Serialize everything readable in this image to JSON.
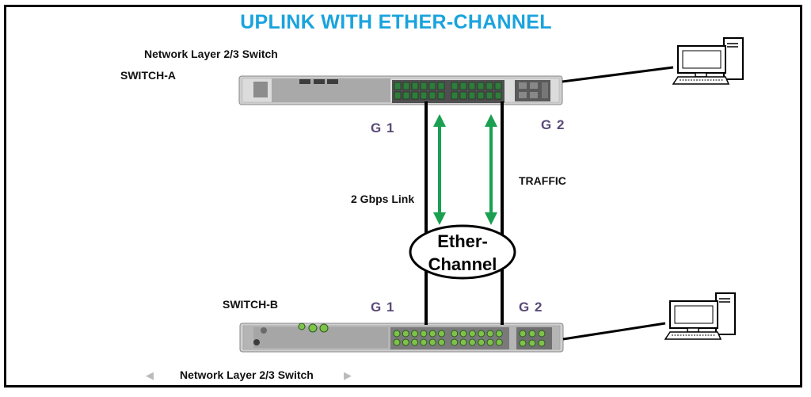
{
  "title": "UPLINK WITH ETHER-CHANNEL",
  "switch_a": {
    "caption": "Network Layer 2/3 Switch",
    "name": "SWITCH-A",
    "port_g1": "G 1",
    "port_g2": "G 2"
  },
  "switch_b": {
    "caption": "Network Layer 2/3 Switch",
    "name": "SWITCH-B",
    "port_g1": "G 1",
    "port_g2": "G 2"
  },
  "link_label": "2 Gbps Link",
  "traffic_label": "TRAFFIC",
  "etherchannel": {
    "line1": "Ether-",
    "line2": "Channel"
  },
  "colors": {
    "title": "#1aa3dd",
    "arrow": "#1aa050",
    "port_label": "#5a4a78",
    "switch_a_ports": "#2f7d3a",
    "switch_b_ports": "#7fc24a"
  },
  "icons": {
    "computer_a": "desktop-computer-icon",
    "computer_b": "desktop-computer-icon"
  }
}
